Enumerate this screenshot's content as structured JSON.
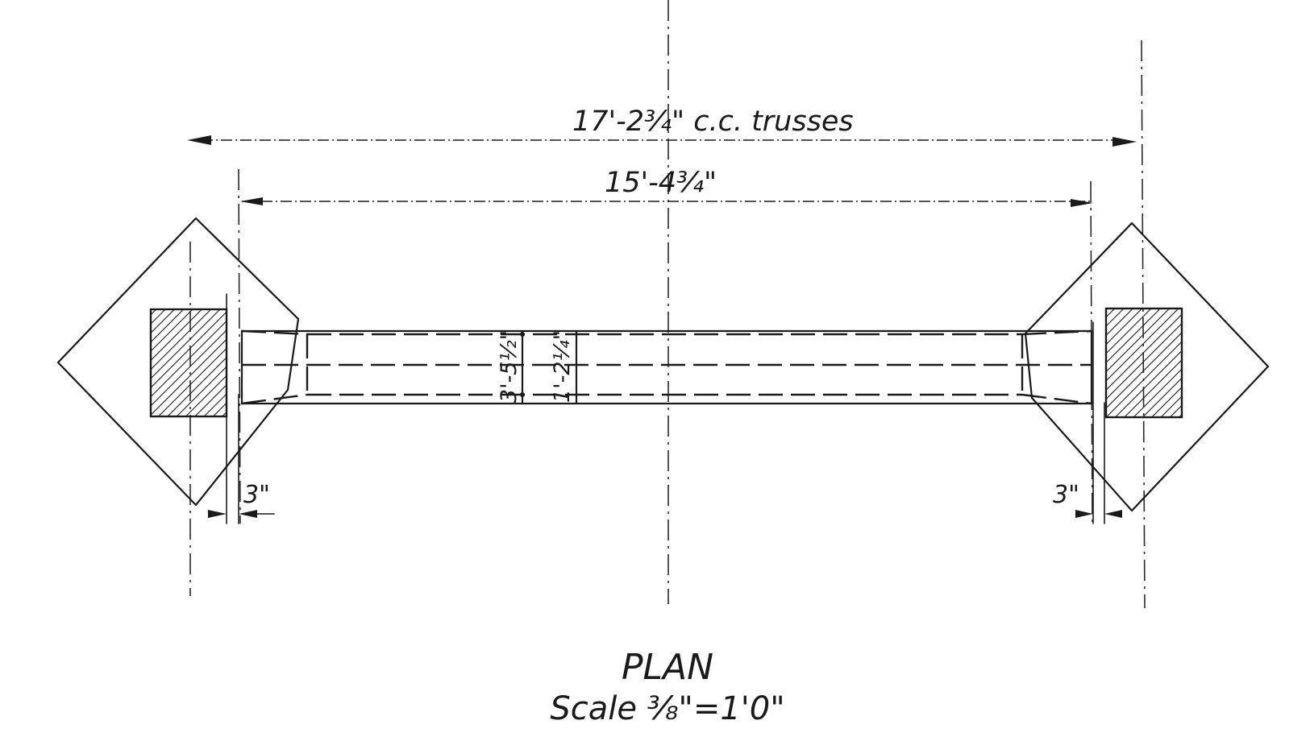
{
  "drawing": {
    "title": "PLAN",
    "scale": "Scale ³⁄₈\"=1'0\"",
    "dimensions": {
      "overall_truss_spacing": "17'-2¾\" c.c. trusses",
      "inner_span": "15'-4¾\"",
      "left_clearance": "3\"",
      "right_clearance": "3\"",
      "beam_depth_outer": "3'-5½\"",
      "beam_depth_inner": "1'-2¼\""
    }
  }
}
